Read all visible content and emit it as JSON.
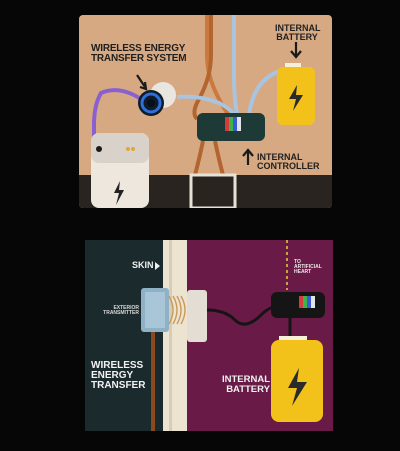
{
  "top_panel": {
    "wireless_label": "WIRELESS ENERGY\nTRANSFER SYSTEM",
    "battery_label": "INTERNAL\nBATTERY",
    "controller_label": "INTERNAL\nCONTROLLER"
  },
  "bottom_panel": {
    "skin_label": "SKIN",
    "exterior_transmitter_label": "EXTERIOR\nTRANSMITTER",
    "to_heart_label": "TO\nARTIFICIAL\nHEART",
    "wireless_label": "WIRELESS\nENERGY\nTRANSFER",
    "battery_label": "INTERNAL\nBATTERY"
  },
  "colors": {
    "top_background": "#d7a983",
    "bottom_background": "#6a1a46",
    "battery_yellow": "#f2c21b",
    "cable_purple": "#8a5fd0",
    "cable_blue": "#a9c4e0"
  }
}
